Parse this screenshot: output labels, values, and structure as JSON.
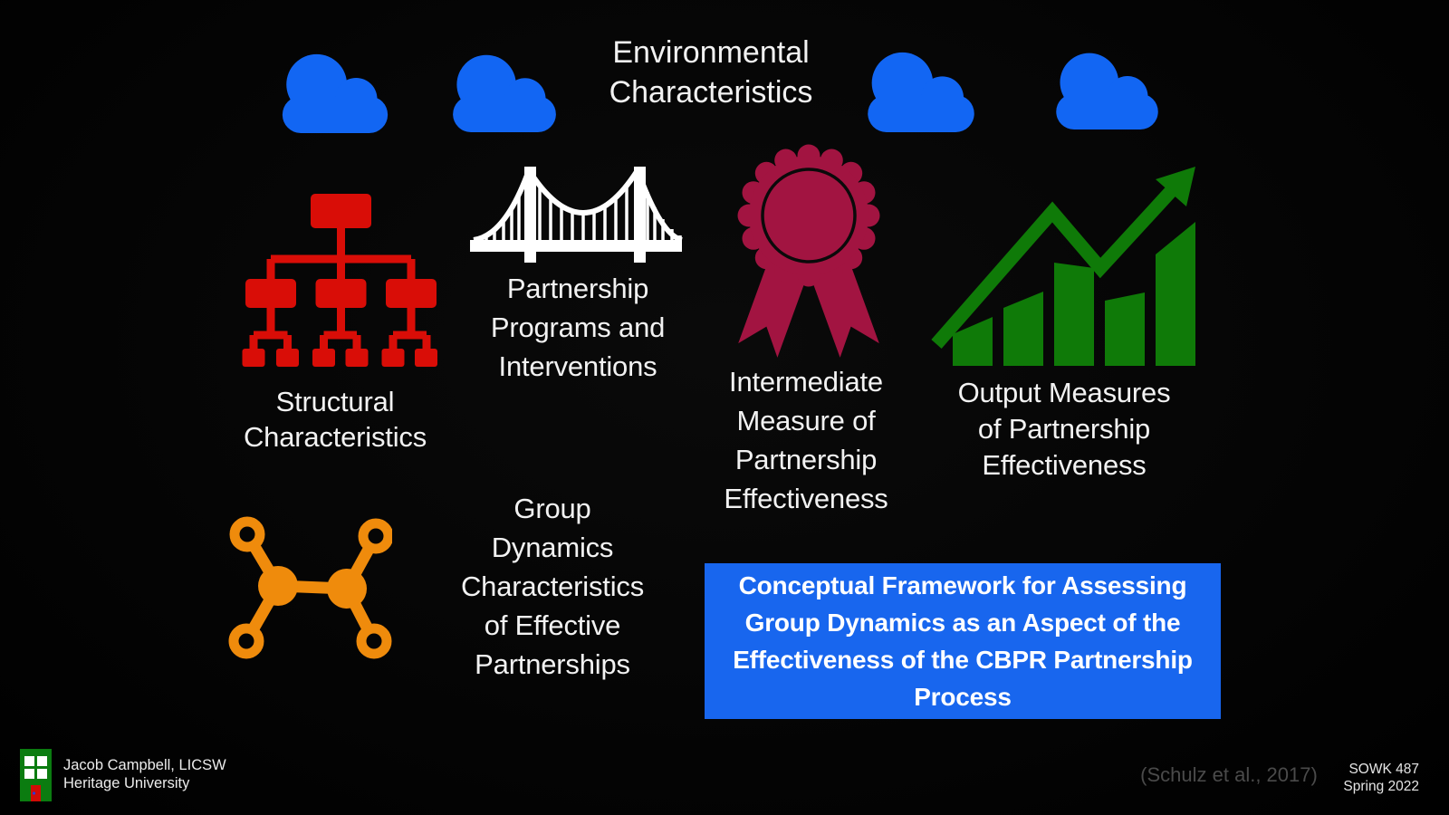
{
  "nodes": {
    "environmental": {
      "label": "Environmental\nCharacteristics",
      "icon": "cloud-icon"
    },
    "structural": {
      "label": "Structural\nCharacteristics",
      "icon": "org-chart-icon"
    },
    "partnership_programs": {
      "label": "Partnership\nPrograms and\nInterventions",
      "icon": "bridge-icon"
    },
    "intermediate_measure": {
      "label": "Intermediate\nMeasure of\nPartnership\nEffectiveness",
      "icon": "award-ribbon-icon"
    },
    "output_measures": {
      "label": "Output Measures\nof Partnership\nEffectiveness",
      "icon": "growth-chart-icon"
    },
    "group_dynamics": {
      "label": "Group\nDynamics\nCharacteristics\nof Effective\nPartnerships",
      "icon": "molecule-icon"
    }
  },
  "concept_box": {
    "text": "Conceptual Framework for Assessing\nGroup Dynamics as an Aspect of the\nEffectiveness of the CBPR Partnership\nProcess"
  },
  "footer": {
    "author": "Jacob Campbell, LICSW\nHeritage University",
    "citation": "(Schulz et al., 2017)",
    "course": "SOWK 487\nSpring 2022",
    "logo_icon": "building-logo-icon"
  },
  "colors": {
    "background": "#050505",
    "text_white": "#f2f2f2",
    "accent_blue": "#1866ee",
    "cloud_blue": "#1266f3",
    "org_chart_red": "#d90d07",
    "ribbon_maroon": "#a21441",
    "chart_green": "#0f7a08",
    "molecule_orange": "#ef8b0c",
    "logo_green": "#0b7c10",
    "logo_door_red": "#d00b06",
    "citation_gray": "#4a4a4a"
  }
}
